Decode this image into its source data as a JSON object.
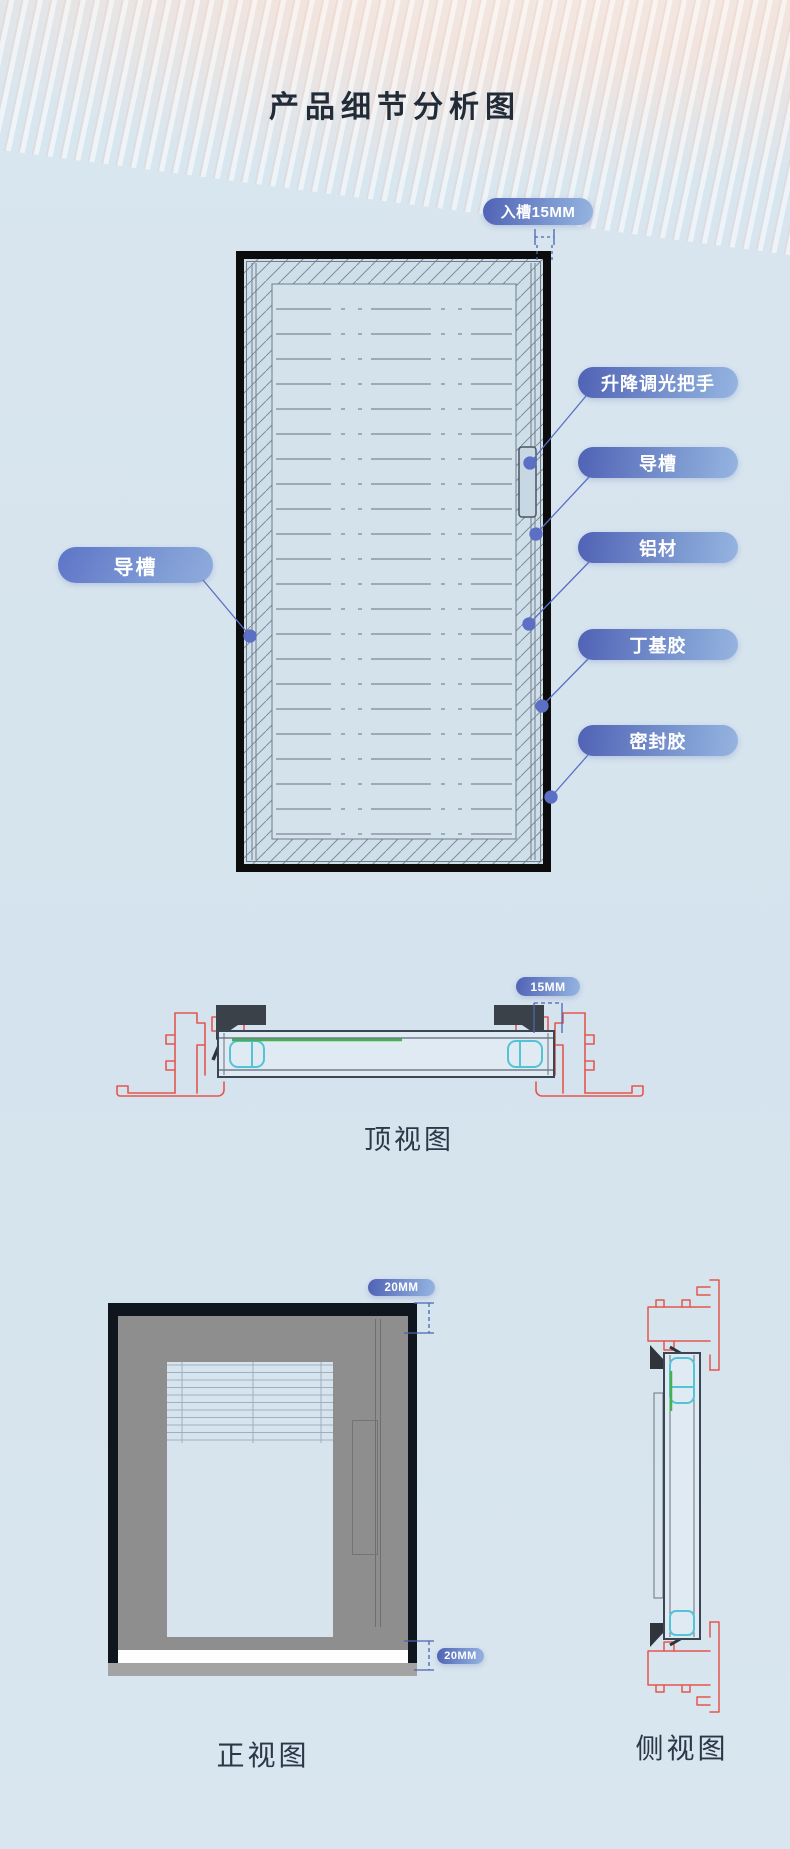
{
  "title": "产品细节分析图",
  "detail": {
    "label_groove_top": "入槽15MM",
    "labels_right": [
      "升降调光把手",
      "导槽",
      "铝材",
      "丁基胶",
      "密封胶"
    ],
    "label_left": "导槽"
  },
  "top_view": {
    "caption": "顶视图",
    "dim": "15MM"
  },
  "front_view": {
    "caption": "正视图",
    "dim_top": "20MM",
    "dim_bottom": "20MM"
  },
  "side_view": {
    "caption": "侧视图"
  },
  "colors": {
    "background": "#d7e4ee",
    "pill_gradient_dark": "#5062b5",
    "pill_gradient_light": "#95b4e0",
    "leader_blue": "#5b6fc4",
    "dimension_blue": "#4a66b0",
    "heading_dark": "#222c38",
    "frame_black": "#10161d",
    "cad_red": "#e4574e",
    "cad_cyan": "#54c3d6",
    "cad_green": "#46b14f",
    "wall_gray": "#8e8e8e"
  }
}
